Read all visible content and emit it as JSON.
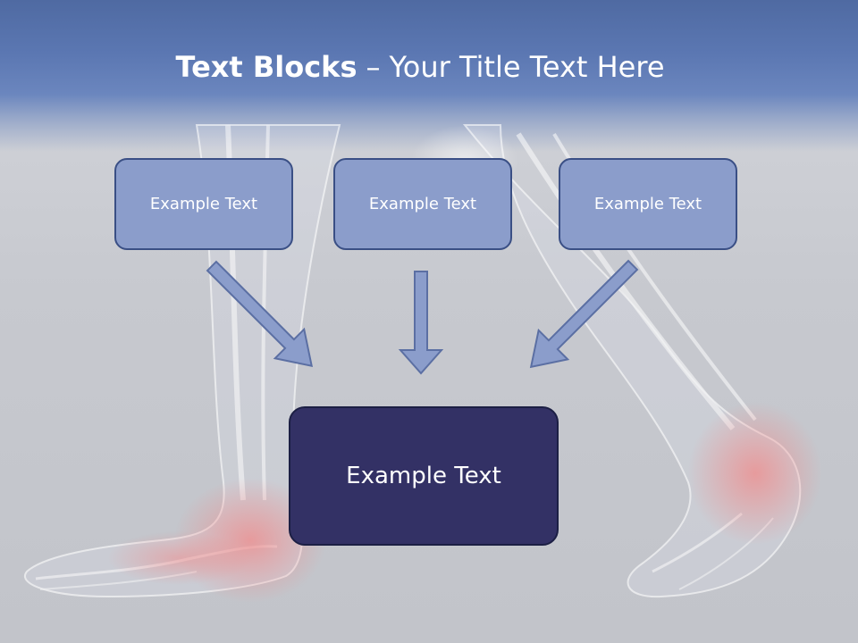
{
  "slide": {
    "title_bold": "Text Blocks",
    "title_separator": "–",
    "title_rest": "Your Title Text Here",
    "blocks": [
      {
        "label": "Example Text"
      },
      {
        "label": "Example Text"
      },
      {
        "label": "Example Text"
      }
    ],
    "target": {
      "label": "Example Text"
    }
  },
  "colors": {
    "header": "#5b77b2",
    "small_box_fill": "#8b9dcb",
    "small_box_border": "#3a4f85",
    "big_box_fill": "#333165",
    "arrow_fill": "#8b9dcb"
  }
}
